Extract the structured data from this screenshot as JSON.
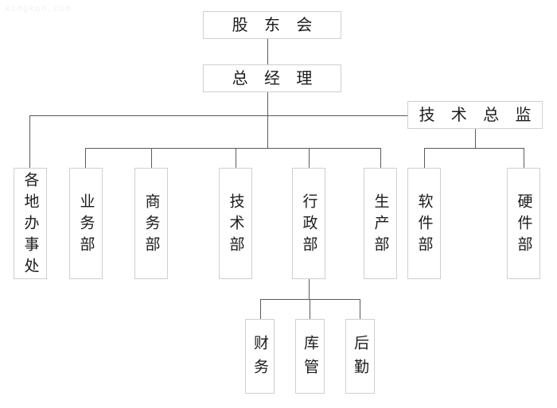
{
  "watermark": {
    "text": "xingkon.com"
  },
  "diagram": {
    "type": "org-chart",
    "title": "",
    "colors": {
      "box_border": "#cfcfcf",
      "connector": "#5a5a5a",
      "text": "#1b1b1b",
      "background": "#ffffff",
      "watermark": "#f2f2f2"
    },
    "nodes": {
      "shareholders": {
        "label": "股 东 会",
        "orientation": "horizontal",
        "level": 1
      },
      "general_manager": {
        "label": "总 经 理",
        "orientation": "horizontal",
        "level": 2
      },
      "technical_director": {
        "label": "技 术 总 监",
        "orientation": "horizontal",
        "level": 3
      },
      "regional_offices": {
        "label": "各地办事处",
        "orientation": "vertical",
        "level": 4
      },
      "business_dept": {
        "label": "业务部",
        "orientation": "vertical",
        "level": 4
      },
      "commerce_dept": {
        "label": "商务部",
        "orientation": "vertical",
        "level": 4
      },
      "technology_dept": {
        "label": "技术部",
        "orientation": "vertical",
        "level": 4
      },
      "administration_dept": {
        "label": "行政部",
        "orientation": "vertical",
        "level": 4
      },
      "production_dept": {
        "label": "生产部",
        "orientation": "vertical",
        "level": 4
      },
      "software_dept": {
        "label": "软件部",
        "orientation": "vertical",
        "level": 4
      },
      "hardware_dept": {
        "label": "硬件部",
        "orientation": "vertical",
        "level": 4
      },
      "finance": {
        "label": "财务",
        "orientation": "vertical",
        "level": 5
      },
      "warehouse": {
        "label": "库管",
        "orientation": "vertical",
        "level": 5
      },
      "logistics": {
        "label": "后勤",
        "orientation": "vertical",
        "level": 5
      }
    },
    "edges": [
      {
        "from": "shareholders",
        "to": "general_manager"
      },
      {
        "from": "general_manager",
        "to": "technical_director"
      },
      {
        "from": "general_manager",
        "to": "regional_offices"
      },
      {
        "from": "general_manager",
        "to": "business_dept"
      },
      {
        "from": "general_manager",
        "to": "commerce_dept"
      },
      {
        "from": "general_manager",
        "to": "technology_dept"
      },
      {
        "from": "general_manager",
        "to": "administration_dept"
      },
      {
        "from": "general_manager",
        "to": "production_dept"
      },
      {
        "from": "technical_director",
        "to": "software_dept"
      },
      {
        "from": "technical_director",
        "to": "hardware_dept"
      },
      {
        "from": "administration_dept",
        "to": "finance"
      },
      {
        "from": "administration_dept",
        "to": "warehouse"
      },
      {
        "from": "administration_dept",
        "to": "logistics"
      }
    ]
  }
}
